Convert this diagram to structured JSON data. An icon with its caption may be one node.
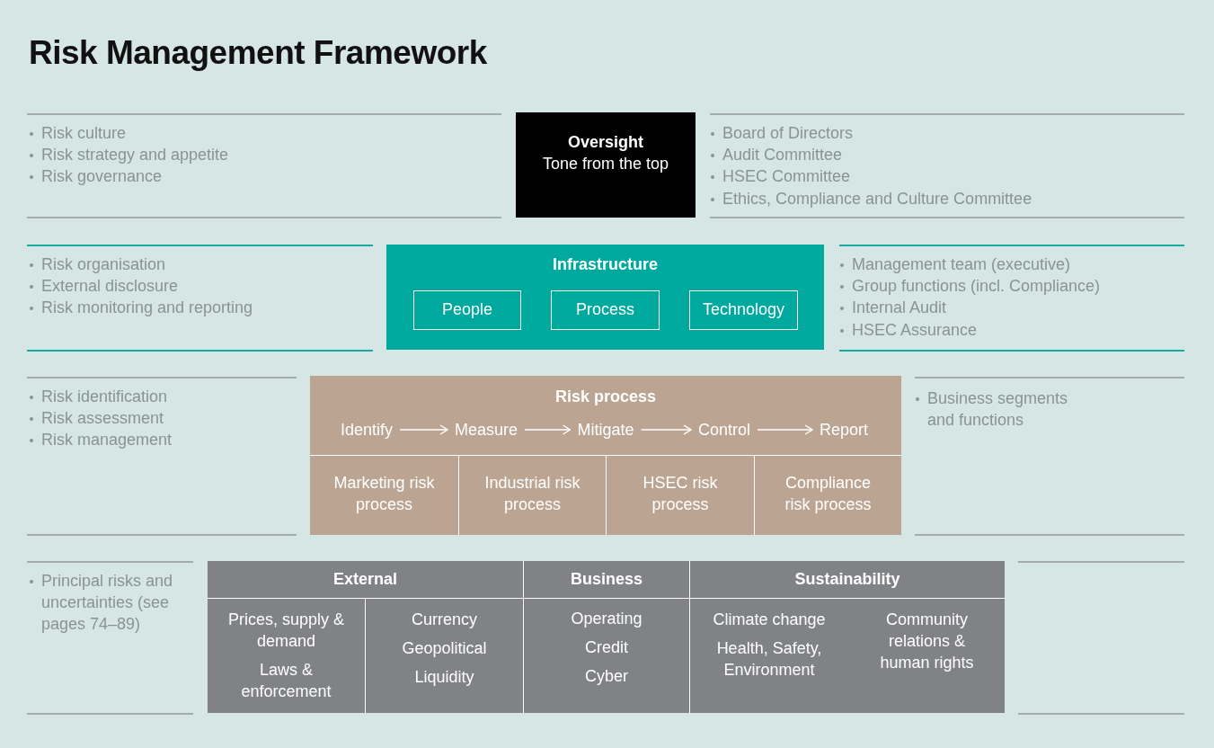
{
  "diagram": {
    "title": "Risk Management Framework",
    "nodes": [
      {
        "text": [
          "Oversight",
          "Tone from the top"
        ]
      },
      {
        "text": [
          "Infrastructure"
        ]
      },
      {
        "text": [
          "People"
        ],
        "in": 1
      },
      {
        "text": [
          "Process"
        ],
        "in": 1
      },
      {
        "text": [
          "Technology"
        ],
        "in": 1
      },
      {
        "text": [
          "Risk process"
        ]
      },
      {
        "text": [
          "Identify"
        ],
        "in": 5
      },
      {
        "text": [
          "Measure"
        ],
        "in": 5
      },
      {
        "text": [
          "Mitigate"
        ],
        "in": 5
      },
      {
        "text": [
          "Control"
        ],
        "in": 5
      },
      {
        "text": [
          "Report"
        ],
        "in": 5
      },
      {
        "text": [
          "Marketing risk process"
        ],
        "in": 5
      },
      {
        "text": [
          "Industrial risk process"
        ],
        "in": 5
      },
      {
        "text": [
          "HSEC risk process"
        ],
        "in": 5
      },
      {
        "text": [
          "Compliance risk process"
        ],
        "in": 5
      },
      {
        "text": [
          "External"
        ]
      },
      {
        "text": [
          "Prices, supply & demand",
          "Laws & enforcement"
        ],
        "in": 15
      },
      {
        "text": [
          "Currency",
          "Geopolitical",
          "Liquidity"
        ],
        "in": 15
      },
      {
        "text": [
          "Business",
          "Operating",
          "Credit",
          "Cyber"
        ]
      },
      {
        "text": [
          "Sustainability"
        ]
      },
      {
        "text": [
          "Climate change",
          "Health, Safety, Environment"
        ],
        "in": 19
      },
      {
        "text": [
          "Community relations & human rights"
        ],
        "in": 19
      }
    ],
    "edges": [
      {
        "from": 6,
        "to": 7,
        "arrow": "to"
      },
      {
        "from": 7,
        "to": 8,
        "arrow": "to"
      },
      {
        "from": 8,
        "to": 9,
        "arrow": "to"
      },
      {
        "from": 9,
        "to": 10,
        "arrow": "to"
      }
    ],
    "labels": [
      "Risk culture",
      "Risk strategy and appetite",
      "Risk governance",
      "Board of Directors",
      "Audit Committee",
      "HSEC Committee",
      "Ethics, Compliance and Culture Committee",
      "Risk organisation",
      "External disclosure",
      "Risk monitoring and reporting",
      "Management team (executive)",
      "Group functions (incl. Compliance)",
      "Internal Audit",
      "HSEC Assurance",
      "Risk identification",
      "Risk assessment",
      "Risk management",
      "Business segments and functions",
      "Principal risks and uncertainties (see pages 74–89)"
    ]
  }
}
